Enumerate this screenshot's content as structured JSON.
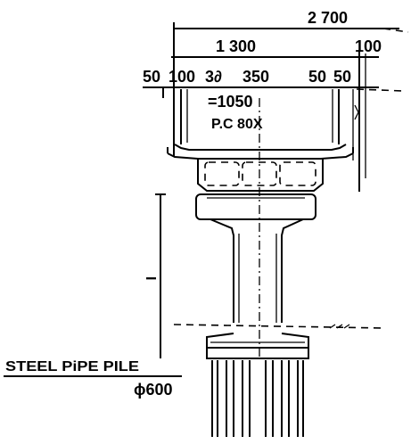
{
  "drawing": {
    "dimensions": {
      "overall_width": "2 700",
      "box_width": "1 300",
      "right_overhang": "100",
      "seg_1": "50",
      "seg_2": "100",
      "seg_3": "3∂",
      "seg_4": "350",
      "seg_5": "50",
      "seg_6": "50",
      "girder_span": "=1050"
    },
    "labels": {
      "girder": "P.C 80X",
      "pier_height_marker": "I",
      "pile_title": "STEEL PiPE PILE",
      "pile_size": "ϕ600"
    }
  }
}
